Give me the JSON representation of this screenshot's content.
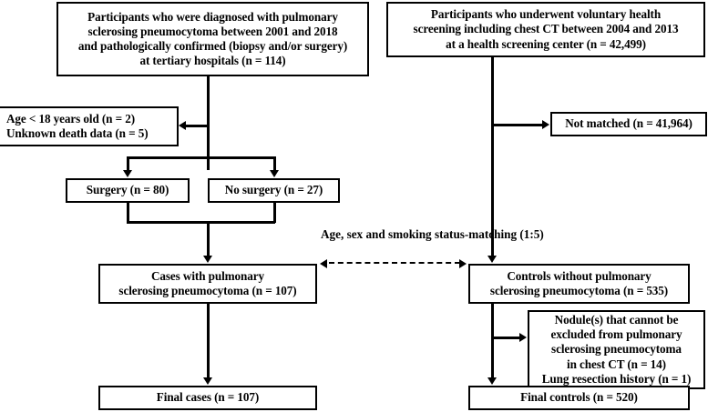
{
  "diagram": {
    "title": "Study participant selection flow diagram",
    "type": "flowchart",
    "colors": {
      "line": "#000000",
      "box_fill": "#ffffff",
      "text": "#000000"
    }
  },
  "nodes": {
    "cases_source": {
      "id": "cases-source-box",
      "lines": [
        "Participants who were diagnosed with pulmonary",
        "sclerosing pneumocytoma between 2001 and 2018",
        "and pathologically confirmed (biopsy and/or surgery)",
        "at tertiary hospitals (n = 114)"
      ]
    },
    "controls_source": {
      "id": "controls-source-box",
      "lines": [
        "Participants who underwent voluntary health",
        "screening including chest CT between 2004 and 2013",
        "at a health screening center (n = 42,499)"
      ]
    },
    "cases_excluded": {
      "id": "cases-excluded-box",
      "lines": [
        "Age < 18 years old (n = 2)",
        "Unknown death data (n = 5)"
      ]
    },
    "controls_not_matched": {
      "id": "controls-not-matched-box",
      "lines": [
        "Not matched (n = 41,964)"
      ]
    },
    "surgery": {
      "id": "surgery-box",
      "lines": [
        "Surgery (n = 80)"
      ]
    },
    "no_surgery": {
      "id": "no-surgery-box",
      "lines": [
        "No surgery (n = 27)"
      ]
    },
    "cases": {
      "id": "cases-box",
      "lines": [
        "Cases with pulmonary",
        "sclerosing pneumocytoma (n = 107)"
      ]
    },
    "controls": {
      "id": "controls-box",
      "lines": [
        "Controls without pulmonary",
        "sclerosing pneumocytoma (n = 535)"
      ]
    },
    "controls_excluded": {
      "id": "controls-excluded-box",
      "lines": [
        "Nodule(s) that cannot be",
        "excluded from pulmonary",
        "sclerosing pneumocytoma",
        "in chest CT (n = 14)",
        "Lung resection history (n = 1)"
      ]
    },
    "final_cases": {
      "id": "final-cases-box",
      "lines": [
        "Final cases (n = 107)"
      ]
    },
    "final_controls": {
      "id": "final-controls-box",
      "lines": [
        "Final controls (n = 520)"
      ]
    }
  },
  "annotations": {
    "matching": {
      "id": "matching-label",
      "lines": [
        "Age, sex and smoking",
        "status-matching (1:5)"
      ]
    }
  },
  "counts": {
    "cases_source_n": 114,
    "controls_source_n": 42499,
    "age_under_18_n": 2,
    "unknown_death_n": 5,
    "not_matched_n": 41964,
    "surgery_n": 80,
    "no_surgery_n": 27,
    "cases_n": 107,
    "controls_n": 535,
    "nodule_excluded_n": 14,
    "lung_resection_n": 1,
    "final_cases_n": 107,
    "final_controls_n": 520,
    "matching_ratio": "1:5"
  }
}
